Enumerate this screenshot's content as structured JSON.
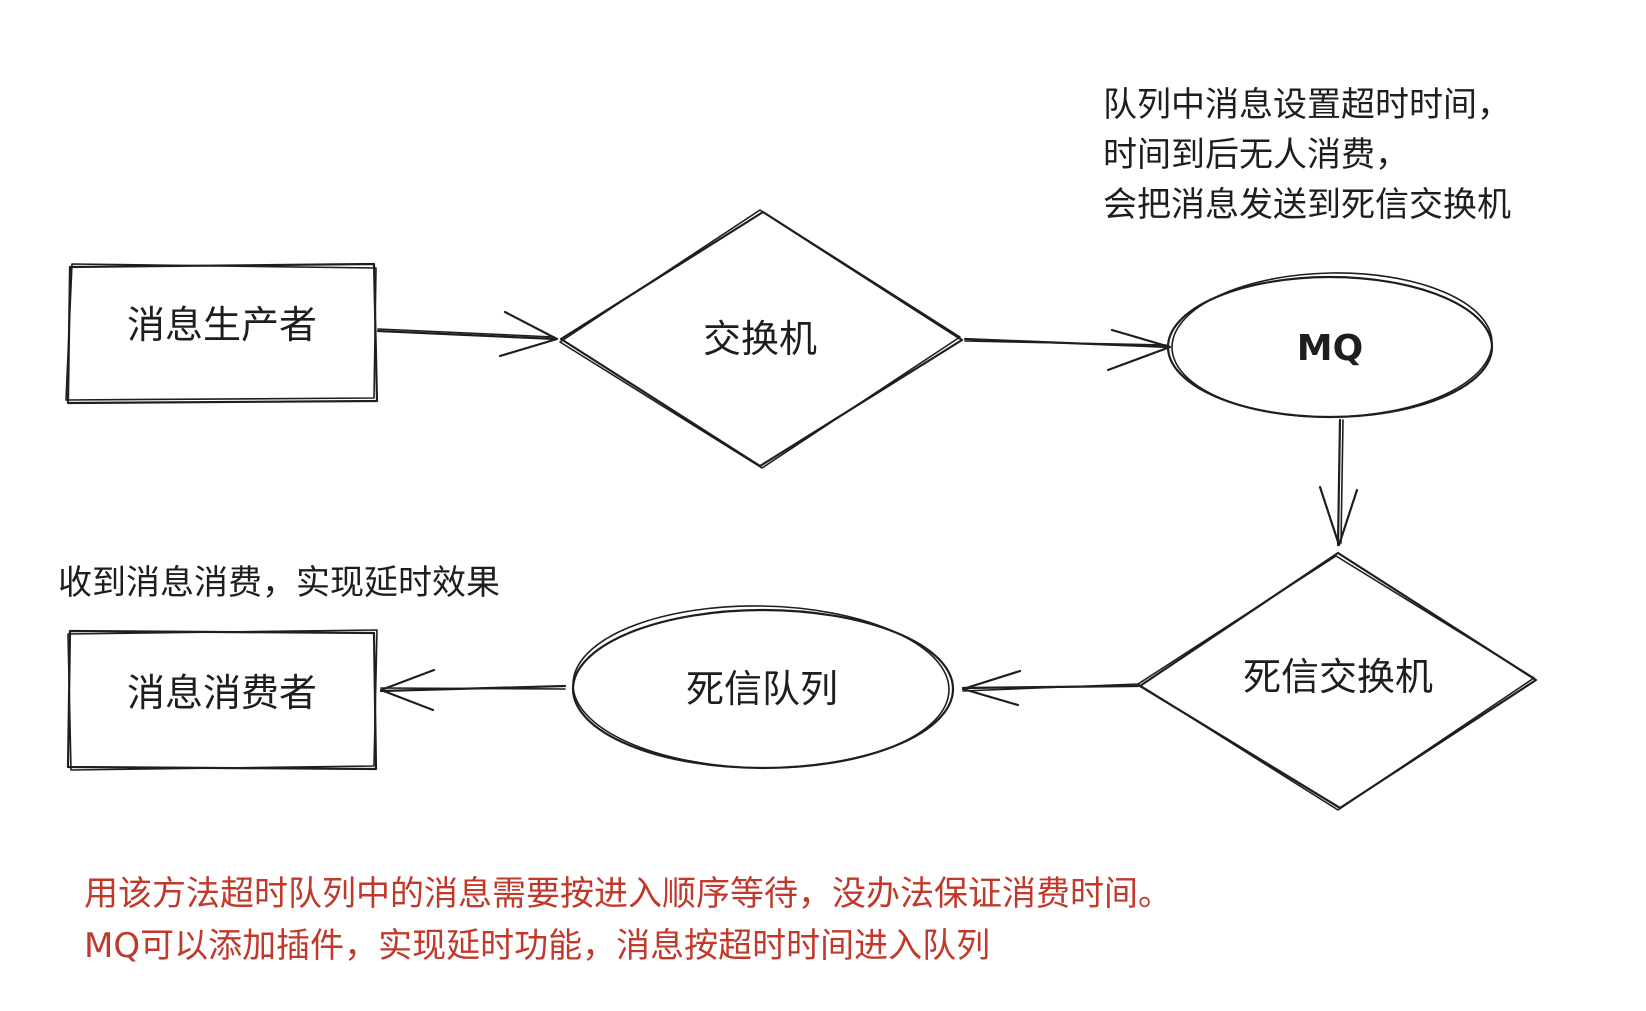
{
  "nodes": {
    "producer": {
      "label": "消息生产者"
    },
    "exchange": {
      "label": "交换机"
    },
    "mq": {
      "label": "MQ"
    },
    "dead_letter_exchange": {
      "label": "死信交换机"
    },
    "dead_letter_queue": {
      "label": "死信队列"
    },
    "consumer": {
      "label": "消息消费者"
    }
  },
  "notes": {
    "mq_note": [
      "队列中消息设置超时时间，",
      "时间到后无人消费，",
      "会把消息发送到死信交换机"
    ],
    "consumer_note": "收到消息消费，实现延时效果",
    "footer": [
      "用该方法超时队列中的消息需要按进入顺序等待，没办法保证消费时间。",
      "MQ可以添加插件，实现延时功能，消息按超时时间进入队列"
    ]
  },
  "colors": {
    "stroke": "#1e1e1e",
    "footer_text": "#c0392b"
  }
}
